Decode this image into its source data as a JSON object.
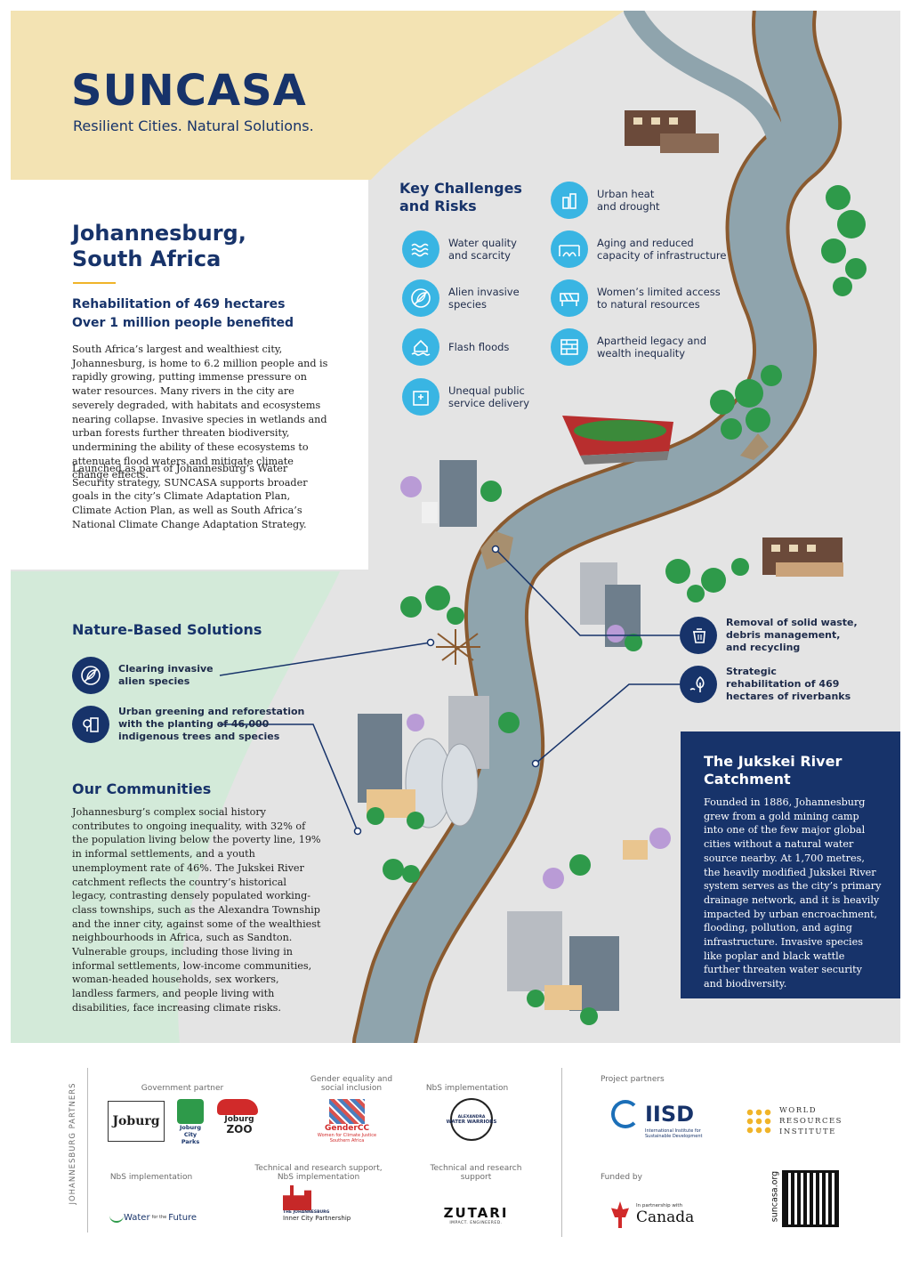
{
  "brand": {
    "name": "SUNCASA",
    "tagline": "Resilient Cities. Natural Solutions."
  },
  "location": {
    "line1": "Johannesburg,",
    "line2": "South Africa"
  },
  "highlights": {
    "line1": "Rehabilitation of 469 hectares",
    "line2": "Over 1 million people benefited"
  },
  "intro": {
    "p1": "South Africa’s largest and wealthiest city, Johannesburg, is home to 6.2 million people and is rapidly growing, putting immense pressure on water resources. Many rivers in the city are severely degraded, with habitats and ecosystems nearing collapse. Invasive species in wetlands and urban forests further threaten biodiversity, undermining the ability of these ecosystems to attenuate flood waters and mitigate climate change effects.",
    "p2": "Launched as part of Johannesburg’s Water Security strategy, SUNCASA supports broader goals in the city’s Climate Adaptation Plan, Climate Action Plan, as well as South Africa’s National Climate Change Adaptation Strategy."
  },
  "challenges": {
    "title_line1": "Key Challenges",
    "title_line2": "and Risks",
    "left": [
      {
        "icon": "water-waves-icon",
        "line1": "Water quality",
        "line2": "and scarcity"
      },
      {
        "icon": "leaf-crossed-icon",
        "line1": "Alien invasive",
        "line2": "species"
      },
      {
        "icon": "flooded-house-icon",
        "line1": "Flash floods",
        "line2": ""
      },
      {
        "icon": "hospital-building-icon",
        "line1": "Unequal public",
        "line2": "service delivery"
      }
    ],
    "right": [
      {
        "icon": "city-heat-icon",
        "line1": "Urban heat",
        "line2": "and drought"
      },
      {
        "icon": "bridge-icon",
        "line1": "Aging and reduced",
        "line2": "capacity of infrastructure"
      },
      {
        "icon": "barrier-icon",
        "line1": "Women’s limited access",
        "line2": "to natural resources"
      },
      {
        "icon": "brick-wall-icon",
        "line1": "Apartheid legacy and",
        "line2": "wealth inequality"
      }
    ]
  },
  "nbs": {
    "title": "Nature-Based Solutions",
    "left": [
      {
        "icon": "leaf-crossed-icon",
        "line1": "Clearing invasive",
        "line2": "alien species",
        "line3": ""
      },
      {
        "icon": "urban-tree-icon",
        "line1": "Urban greening and reforestation",
        "line2": "with the planting of 46,000",
        "line3": "indigenous trees and species"
      }
    ],
    "right": [
      {
        "icon": "recycling-bin-icon",
        "line1": "Removal of solid waste,",
        "line2": "debris management,",
        "line3": "and recycling"
      },
      {
        "icon": "riverbank-tree-icon",
        "line1": "Strategic",
        "line2": "rehabilitation of 469",
        "line3": "hectares of riverbanks"
      }
    ]
  },
  "communities": {
    "title": "Our Communities",
    "body": "Johannesburg’s complex social history contributes to ongoing inequality, with 32% of the population living below the poverty line, 19% in informal settlements, and a youth unemployment rate of 46%. The Jukskei River catchment reflects the country’s historical legacy, contrasting densely populated working-class townships, such as the Alexandra Township and the inner city, against some of the wealthiest neighbourhoods in Africa, such as Sandton. Vulnerable groups, including those living in informal settlements, low-income communities, woman-headed households, sex workers, landless farmers, and people living with disabilities, face increasing climate risks."
  },
  "catchment": {
    "title_line1": "The Jukskei River",
    "title_line2": "Catchment",
    "body": "Founded in 1886, Johannesburg grew from a gold mining camp into one of the few major global cities without a natural water source nearby. At 1,700 metres, the heavily modified Jukskei River system serves as the city’s primary drainage network, and it is heavily impacted by urban encroachment, flooding, pollution, and aging infrastructure. Invasive species like poplar and black wattle further threaten water security and biodiversity."
  },
  "footer": {
    "side_label": "JOHANNESBURG PARTNERS",
    "gov_label": "Government partner",
    "gender_label": "Gender equality and social inclusion",
    "nbs_impl_label": "NbS implementation",
    "nbs_impl_label2": "NbS implementation",
    "tech_nbs_label": "Technical and research support, NbS implementation",
    "tech_label": "Technical and research support",
    "project_label": "Project partners",
    "funded_label": "Funded by",
    "logos": {
      "joburg": "Joburg",
      "city_parks": "Joburg City Parks",
      "zoo_top": "Joburg",
      "zoo_bottom": "ZOO",
      "gendercc": "GenderCC",
      "gendercc_sub": "Women for Climate Justice Southern Africa",
      "alexandra": "WATER WARRIORS",
      "alexandra_top": "ALEXANDRA",
      "water_future_a": "Water",
      "water_future_b": "Future",
      "icp_top": "THE JOHANNESBURG",
      "icp": "Inner City Partnership",
      "zutari": "ZUTARI",
      "zutari_sub": "IMPACT. ENGINEERED.",
      "iisd": "IISD",
      "iisd_sub": "International Institute for Sustainable Development",
      "wri_1": "WORLD",
      "wri_2": "RESOURCES",
      "wri_3": "INSTITUTE",
      "canada_small": "In partnership with",
      "canada": "Canada"
    },
    "site": "suncasa.org"
  },
  "colors": {
    "navy": "#17336a",
    "challenge_blue": "#39b5e3",
    "river": "#8fa4ad",
    "bank": "#8a5a2f",
    "sand": "#f3e3b3",
    "mint": "#d3ead9"
  }
}
